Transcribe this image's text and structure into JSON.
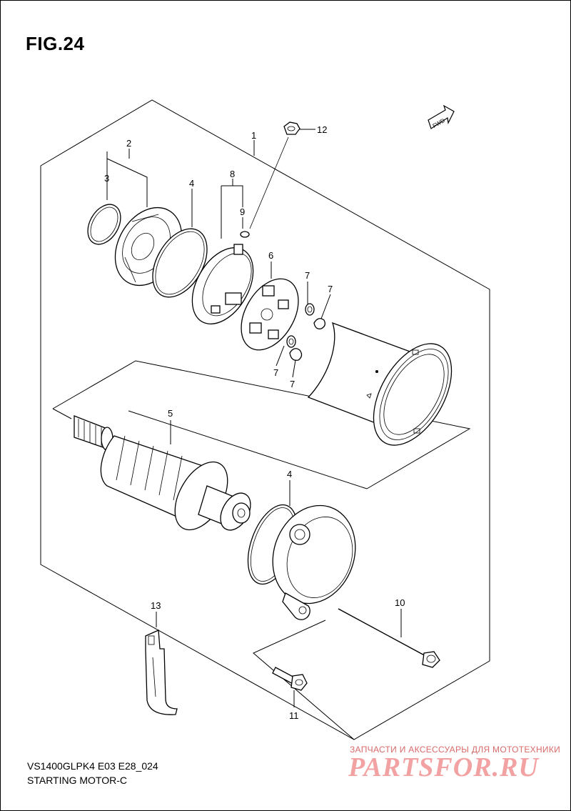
{
  "figure": {
    "title": "FIG.24",
    "model_code": "VS1400GLPK4 E03 E28_024",
    "subtitle": "STARTING MOTOR-C"
  },
  "fwd_label": "FWD",
  "callouts": [
    {
      "ref": "c1",
      "label": "1"
    },
    {
      "ref": "c2",
      "label": "2"
    },
    {
      "ref": "c3",
      "label": "3"
    },
    {
      "ref": "c4a",
      "label": "4"
    },
    {
      "ref": "c4b",
      "label": "4"
    },
    {
      "ref": "c5",
      "label": "5"
    },
    {
      "ref": "c6",
      "label": "6"
    },
    {
      "ref": "c7a",
      "label": "7"
    },
    {
      "ref": "c7b",
      "label": "7"
    },
    {
      "ref": "c7c",
      "label": "7"
    },
    {
      "ref": "c7d",
      "label": "7"
    },
    {
      "ref": "c8",
      "label": "8"
    },
    {
      "ref": "c9",
      "label": "9"
    },
    {
      "ref": "c10",
      "label": "10"
    },
    {
      "ref": "c11",
      "label": "11"
    },
    {
      "ref": "c12",
      "label": "12"
    },
    {
      "ref": "c13",
      "label": "13"
    }
  ],
  "watermark": {
    "top_text": "ЗАПЧАСТИ И АКСЕССУАРЫ ДЛЯ МОТОТЕХНИКИ",
    "main_text": "PARTSFOR.RU",
    "color": "#f2a2a2"
  }
}
